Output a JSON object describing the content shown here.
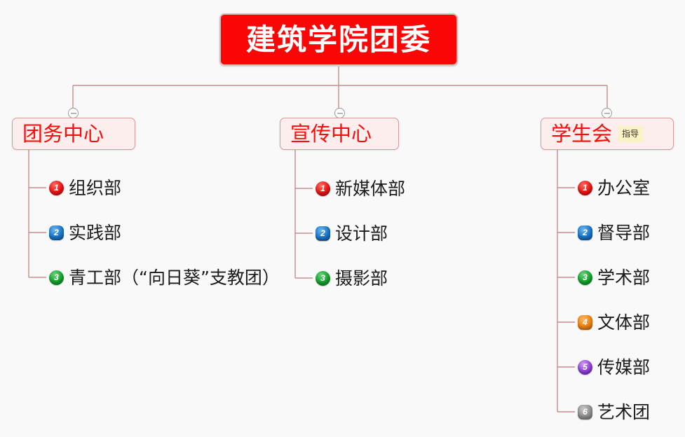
{
  "diagram": {
    "background_color": "#f9f9f9",
    "edge_color": "#c78d8d",
    "root": {
      "label": "建筑学院团委",
      "fill_color": "#FA0606",
      "text_color": "#ffffff"
    },
    "branches": [
      {
        "label": "团务中心",
        "fill_color": "#fdeeee",
        "text_color": "#FB0B0B",
        "tag": null,
        "collapse_icon": "minus-circle-icon",
        "children": [
          {
            "index": "1",
            "label": "组织部",
            "color": "#e81313",
            "color_name": "red"
          },
          {
            "index": "2",
            "label": "实践部",
            "color": "#1a73c4",
            "color_name": "blue"
          },
          {
            "index": "3",
            "label": "青工部（“向日葵”支教团）",
            "color": "#14a02c",
            "color_name": "green"
          }
        ]
      },
      {
        "label": "宣传中心",
        "fill_color": "#fdeeee",
        "text_color": "#FB0B0B",
        "tag": null,
        "collapse_icon": "minus-circle-icon",
        "children": [
          {
            "index": "1",
            "label": "新媒体部",
            "color": "#e81313",
            "color_name": "red"
          },
          {
            "index": "2",
            "label": "设计部",
            "color": "#1a73c4",
            "color_name": "blue"
          },
          {
            "index": "3",
            "label": "摄影部",
            "color": "#14a02c",
            "color_name": "green"
          }
        ]
      },
      {
        "label": "学生会",
        "fill_color": "#fdeeee",
        "text_color": "#FB0B0B",
        "tag": "指导",
        "tag_fill_color": "#FAF3C8",
        "collapse_icon": "minus-circle-icon",
        "children": [
          {
            "index": "1",
            "label": "办公室",
            "color": "#e81313",
            "color_name": "red"
          },
          {
            "index": "2",
            "label": "督导部",
            "color": "#1a73c4",
            "color_name": "blue"
          },
          {
            "index": "3",
            "label": "学术部",
            "color": "#14a02c",
            "color_name": "green"
          },
          {
            "index": "4",
            "label": "文体部",
            "color": "#ea8213",
            "color_name": "orange"
          },
          {
            "index": "5",
            "label": "传媒部",
            "color": "#8b3fd4",
            "color_name": "purple"
          },
          {
            "index": "6",
            "label": "艺术团",
            "color": "#8d8d8d",
            "color_name": "gray"
          }
        ]
      }
    ]
  }
}
